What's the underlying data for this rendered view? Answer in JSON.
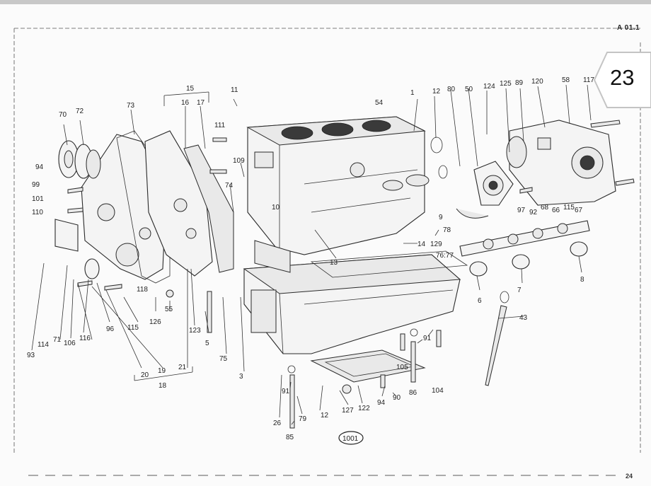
{
  "header": {
    "ref_code": "A 01.1",
    "page_number": "23"
  },
  "footer": {
    "drawing_number": "1001",
    "scan_mark": "24"
  },
  "callouts": [
    {
      "id": "c1",
      "text": "1"
    },
    {
      "id": "c3",
      "text": "3"
    },
    {
      "id": "c5",
      "text": "5"
    },
    {
      "id": "c6",
      "text": "6"
    },
    {
      "id": "c7",
      "text": "7"
    },
    {
      "id": "c8",
      "text": "8"
    },
    {
      "id": "c9",
      "text": "9"
    },
    {
      "id": "c10",
      "text": "10"
    },
    {
      "id": "c11",
      "text": "11"
    },
    {
      "id": "c12a",
      "text": "12"
    },
    {
      "id": "c12b",
      "text": "12"
    },
    {
      "id": "c13",
      "text": "13"
    },
    {
      "id": "c14",
      "text": "14"
    },
    {
      "id": "c15",
      "text": "15"
    },
    {
      "id": "c16",
      "text": "16"
    },
    {
      "id": "c17",
      "text": "17"
    },
    {
      "id": "c18",
      "text": "18"
    },
    {
      "id": "c19",
      "text": "19"
    },
    {
      "id": "c20",
      "text": "20"
    },
    {
      "id": "c21",
      "text": "21"
    },
    {
      "id": "c26",
      "text": "26"
    },
    {
      "id": "c43",
      "text": "43"
    },
    {
      "id": "c50",
      "text": "50"
    },
    {
      "id": "c54",
      "text": "54"
    },
    {
      "id": "c55",
      "text": "55"
    },
    {
      "id": "c58",
      "text": "58"
    },
    {
      "id": "c66",
      "text": "66"
    },
    {
      "id": "c67",
      "text": "67"
    },
    {
      "id": "c68",
      "text": "68"
    },
    {
      "id": "c70",
      "text": "70"
    },
    {
      "id": "c71",
      "text": "71"
    },
    {
      "id": "c72",
      "text": "72"
    },
    {
      "id": "c73",
      "text": "73"
    },
    {
      "id": "c74",
      "text": "74"
    },
    {
      "id": "c75",
      "text": "75"
    },
    {
      "id": "c7677",
      "text": "76:77"
    },
    {
      "id": "c78",
      "text": "78"
    },
    {
      "id": "c79",
      "text": "79"
    },
    {
      "id": "c80",
      "text": "80"
    },
    {
      "id": "c85",
      "text": "85"
    },
    {
      "id": "c86",
      "text": "86"
    },
    {
      "id": "c89",
      "text": "89"
    },
    {
      "id": "c90",
      "text": "90"
    },
    {
      "id": "c91a",
      "text": "91"
    },
    {
      "id": "c91b",
      "text": "91"
    },
    {
      "id": "c92",
      "text": "92"
    },
    {
      "id": "c93",
      "text": "93"
    },
    {
      "id": "c94a",
      "text": "94"
    },
    {
      "id": "c94b",
      "text": "94"
    },
    {
      "id": "c96",
      "text": "96"
    },
    {
      "id": "c97",
      "text": "97"
    },
    {
      "id": "c99",
      "text": "99"
    },
    {
      "id": "c101",
      "text": "101"
    },
    {
      "id": "c104",
      "text": "104"
    },
    {
      "id": "c105",
      "text": "105"
    },
    {
      "id": "c106",
      "text": "106"
    },
    {
      "id": "c109",
      "text": "109"
    },
    {
      "id": "c110",
      "text": "110"
    },
    {
      "id": "c111",
      "text": "111"
    },
    {
      "id": "c114",
      "text": "114"
    },
    {
      "id": "c115a",
      "text": "115"
    },
    {
      "id": "c115b",
      "text": "115"
    },
    {
      "id": "c116",
      "text": "116"
    },
    {
      "id": "c117",
      "text": "117"
    },
    {
      "id": "c118",
      "text": "118"
    },
    {
      "id": "c120",
      "text": "120"
    },
    {
      "id": "c122",
      "text": "122"
    },
    {
      "id": "c123",
      "text": "123"
    },
    {
      "id": "c124",
      "text": "124"
    },
    {
      "id": "c125",
      "text": "125"
    },
    {
      "id": "c126",
      "text": "126"
    },
    {
      "id": "c127",
      "text": "127"
    },
    {
      "id": "c129",
      "text": "129"
    }
  ]
}
